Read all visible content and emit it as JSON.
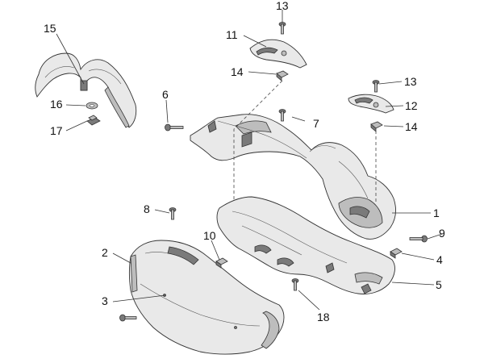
{
  "callouts": {
    "c1": "1",
    "c2": "2",
    "c3": "3",
    "c4": "4",
    "c5": "5",
    "c6": "6",
    "c7": "7",
    "c8": "8",
    "c9": "9",
    "c10": "10",
    "c11": "11",
    "c12": "12",
    "c13a": "13",
    "c13b": "13",
    "c14a": "14",
    "c14b": "14",
    "c15": "15",
    "c16": "16",
    "c17": "17",
    "c18": "18"
  },
  "colors": {
    "line": "#333333",
    "part_fill": "#e9e9e9",
    "shade_dark": "#7a7a7a",
    "shade_mid": "#bdbdbd"
  }
}
